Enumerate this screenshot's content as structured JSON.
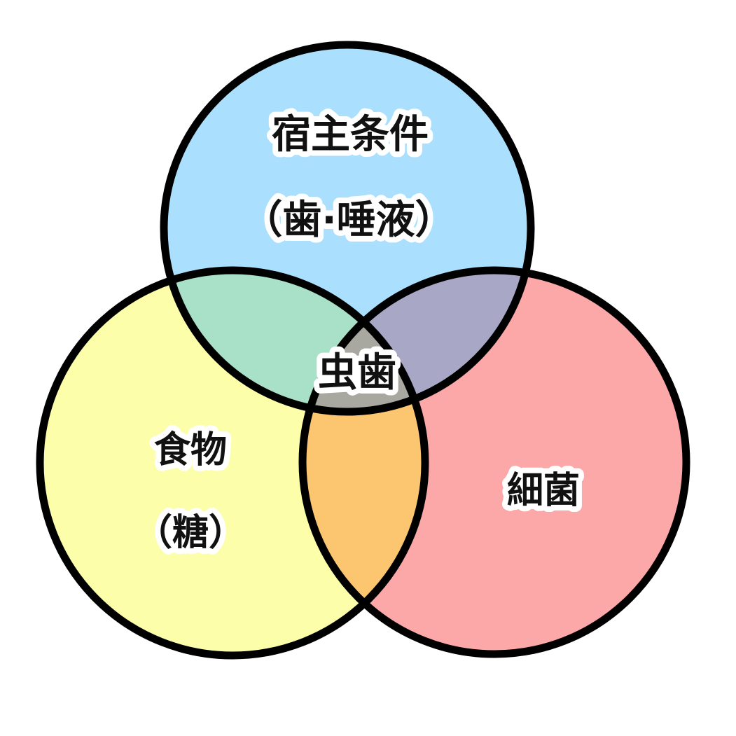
{
  "diagram": {
    "type": "venn-3",
    "sets": [
      {
        "id": "host",
        "label_line1": "宿主条件",
        "label_line2": "（歯·唾液）",
        "color": "#aae0fd"
      },
      {
        "id": "food",
        "label_line1": "食物",
        "label_line2": "（糖）",
        "color": "#fcfeaa"
      },
      {
        "id": "bacteria",
        "label_line1": "細菌",
        "color": "#fda8a8"
      }
    ],
    "intersections": {
      "host_food": {
        "color": "#a8e0c8"
      },
      "host_bacteria": {
        "color": "#a8a8c6"
      },
      "food_bacteria": {
        "color": "#fcc671"
      },
      "center": {
        "label": "虫歯",
        "color": "#a8a8a0"
      }
    },
    "outline_color": "#000000"
  }
}
